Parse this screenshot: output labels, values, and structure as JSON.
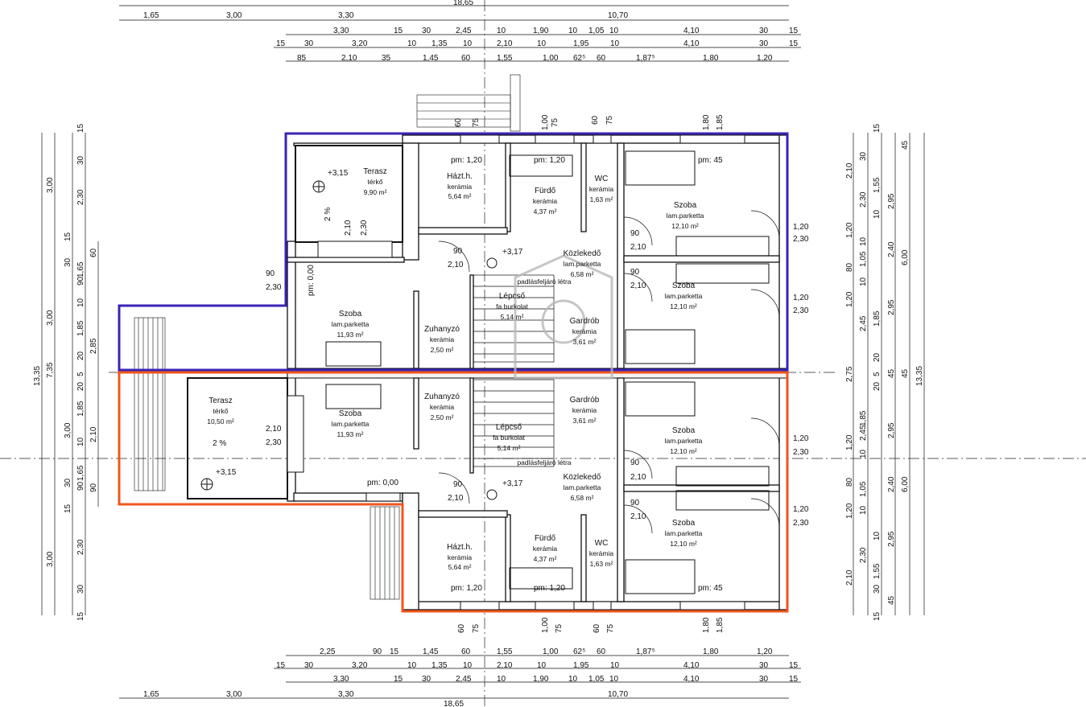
{
  "top_dims": {
    "overall": "18,65",
    "row1": [
      "1,65",
      "3,00",
      "3,30",
      "10,70"
    ],
    "row2": [
      "3,30",
      "15",
      "30",
      "2,45",
      "10",
      "1,90",
      "10",
      "1,05",
      "10",
      "4,10",
      "30",
      "15"
    ],
    "row3": [
      "15",
      "30",
      "3,20",
      "10",
      "1,35",
      "10",
      "2,10",
      "10",
      "1,95",
      "10",
      "4,10",
      "30",
      "15"
    ],
    "row4": [
      "85",
      "2,10",
      "35",
      "1,45",
      "60",
      "1,55",
      "1,00",
      "62⁵",
      "60",
      "1,87⁵",
      "1,80",
      "1,20"
    ]
  },
  "bottom_dims": {
    "row1": [
      "2,25",
      "90",
      "15",
      "1,45",
      "60",
      "1,55",
      "1,00",
      "62⁵",
      "60",
      "1,87⁵",
      "1,80",
      "1,20"
    ],
    "row2": [
      "15",
      "30",
      "3,20",
      "10",
      "1,35",
      "10",
      "2,10",
      "10",
      "1,95",
      "10",
      "4,10",
      "30",
      "15"
    ],
    "row3": [
      "3,30",
      "15",
      "30",
      "2,45",
      "10",
      "1,90",
      "10",
      "1,05",
      "10",
      "4,10",
      "30",
      "15"
    ],
    "row4": [
      "1,65",
      "3,00",
      "3,30",
      "10,70"
    ],
    "overall": "18,65"
  },
  "left_dims": {
    "col1": "13,35",
    "col2": [
      "3,00",
      "3,00",
      "3,00",
      "3,00"
    ],
    "col2b": "7,35",
    "col3": [
      "15",
      "30",
      "2,30",
      "15",
      "30",
      "90",
      "10",
      "1,85",
      "20",
      "5",
      "20",
      "1,85",
      "10",
      "90",
      "30",
      "15",
      "2,30",
      "30",
      "15"
    ],
    "col4": [
      "1,65",
      "2,85",
      "2,10",
      "1,65"
    ],
    "col5": [
      "60",
      "90"
    ]
  },
  "right_dims": {
    "col1": [
      "2,10",
      "2,30",
      "1,20",
      "80",
      "1,20",
      "2,45",
      "1,85",
      "2,75",
      "2,45",
      "1,20",
      "80",
      "1,20",
      "2,30",
      "2,10"
    ],
    "col2": [
      "15",
      "30",
      "1,55",
      "10",
      "10",
      "1,05",
      "10",
      "1,85",
      "20",
      "5",
      "20",
      "1,85",
      "10",
      "1,05",
      "10",
      "10",
      "1,55",
      "30",
      "15"
    ],
    "col3": [
      "45",
      "2,95",
      "2,40",
      "2,95",
      "45",
      "45",
      "2,95",
      "2,40",
      "2,95",
      "45"
    ],
    "col4": [
      "6,00",
      "6,00"
    ],
    "overall": "13,35"
  },
  "rooms": [
    {
      "id": "terasz-top",
      "name": "Terasz",
      "finish": "térkő",
      "area": "9,90 m²"
    },
    {
      "id": "haztart-top",
      "name": "Házt.h.",
      "finish": "kerámia",
      "area": "5,64 m²"
    },
    {
      "id": "furdo-top",
      "name": "Fürdő",
      "finish": "kerámia",
      "area": "4,37 m²"
    },
    {
      "id": "wc-top",
      "name": "WC",
      "finish": "kerámia",
      "area": "1,63 m²"
    },
    {
      "id": "szoba-top1",
      "name": "Szoba",
      "finish": "lam.parketta",
      "area": "12,10 m²"
    },
    {
      "id": "kozlekedo-top",
      "name": "Közlekedő",
      "finish": "lam.parketta",
      "area": "6,58 m²"
    },
    {
      "id": "szoba-top2",
      "name": "Szoba",
      "finish": "lam.parketta",
      "area": "12,10 m²"
    },
    {
      "id": "szoba-left-top",
      "name": "Szoba",
      "finish": "lam.parketta",
      "area": "11,93 m²"
    },
    {
      "id": "lepcso-top",
      "name": "Lépcső",
      "finish": "fa burkolat",
      "area": "5,14 m²"
    },
    {
      "id": "zuhanyzo-top",
      "name": "Zuhanyzó",
      "finish": "kerámia",
      "area": "2,50 m²"
    },
    {
      "id": "gardrob-top",
      "name": "Gardrób",
      "finish": "kerámia",
      "area": "3,61 m²"
    },
    {
      "id": "terasz-bot",
      "name": "Terasz",
      "finish": "térkő",
      "area": "10,50 m²"
    },
    {
      "id": "szoba-left-bot",
      "name": "Szoba",
      "finish": "lam.parketta",
      "area": "11,93 m²"
    },
    {
      "id": "zuhanyzo-bot",
      "name": "Zuhanyzó",
      "finish": "kerámia",
      "area": "2,50 m²"
    },
    {
      "id": "lepcso-bot",
      "name": "Lépcső",
      "finish": "fa burkolat",
      "area": "5,14 m²"
    },
    {
      "id": "gardrob-bot",
      "name": "Gardrób",
      "finish": "kerámia",
      "area": "3,61 m²"
    },
    {
      "id": "szoba-bot1",
      "name": "Szoba",
      "finish": "lam.parketta",
      "area": "12,10 m²"
    },
    {
      "id": "kozlekedo-bot",
      "name": "Közlekedő",
      "finish": "lam.parketta",
      "area": "6,58 m²"
    },
    {
      "id": "szoba-bot2",
      "name": "Szoba",
      "finish": "lam.parketta",
      "area": "12,10 m²"
    },
    {
      "id": "haztart-bot",
      "name": "Házt.h.",
      "finish": "kerámia",
      "area": "5,64 m²"
    },
    {
      "id": "furdo-bot",
      "name": "Fürdő",
      "finish": "kerámia",
      "area": "4,37 m²"
    },
    {
      "id": "wc-bot",
      "name": "WC",
      "finish": "kerámia",
      "area": "1,63 m²"
    }
  ],
  "annotations": {
    "level_315": "+3,15",
    "level_317": "+3,17",
    "slope": "2 %",
    "padlasfeljaro": "padlásfeljáró létra",
    "pm_000": "pm: 0,00",
    "pm_120": "pm: 1,20",
    "pm_45": "pm: 45",
    "opening_120": "1,20",
    "opening_230": "2,30",
    "opening_90": "90",
    "opening_210": "2,10",
    "d_60": "60",
    "d_75": "75",
    "d_100": "1,00",
    "d_180": "1,80",
    "d_185": "1,85"
  },
  "colors": {
    "unit_top_outline": "#3a23b5",
    "unit_bottom_outline": "#f0561c",
    "lines": "#111111",
    "watermark": "#b9b9b9"
  }
}
